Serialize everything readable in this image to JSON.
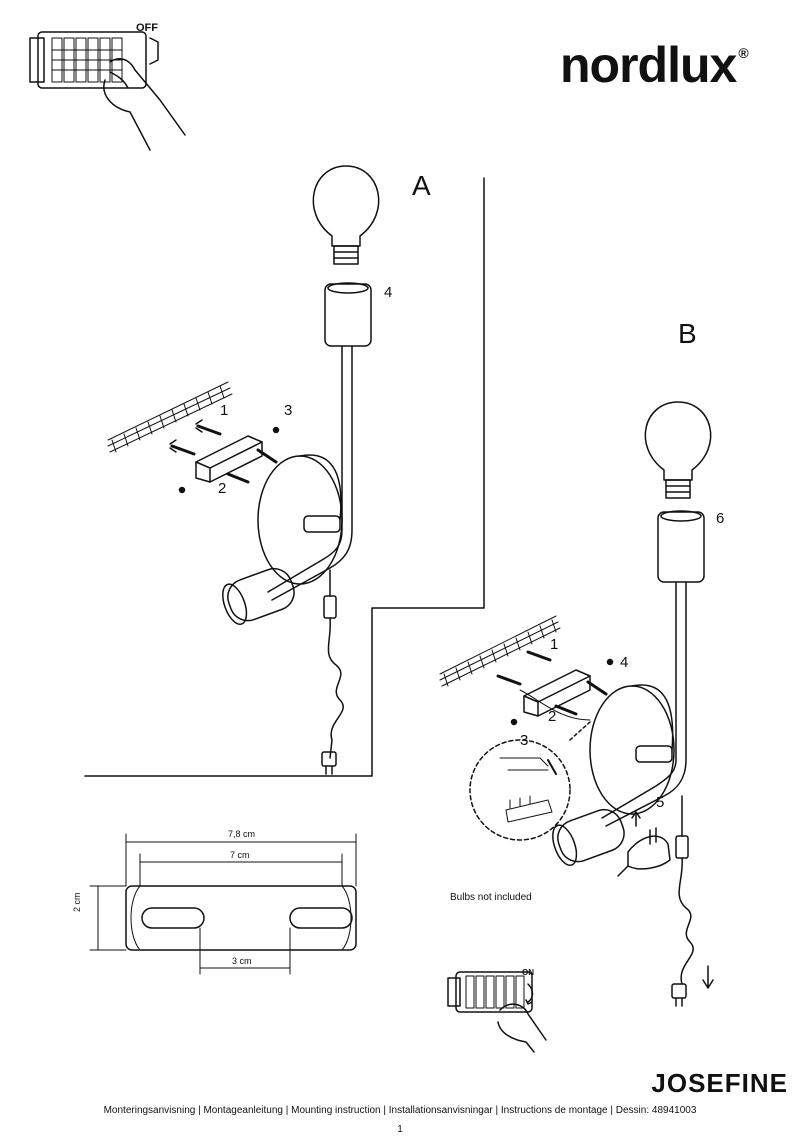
{
  "brand": {
    "name": "nordlux",
    "mark": "®"
  },
  "switch_off_label": "OFF",
  "switch_on_label": "ON",
  "section_a": {
    "label": "A",
    "parts": [
      "1",
      "2",
      "3",
      "4"
    ]
  },
  "section_b": {
    "label": "B",
    "parts": [
      "1",
      "2",
      "3",
      "4",
      "5",
      "6"
    ]
  },
  "dimensions": {
    "outer": "7,8 cm",
    "inner": "7 cm",
    "height": "2 cm",
    "hole_spacing": "3 cm"
  },
  "bulbs_note": "Bulbs not included",
  "product_name": "JOSEFINE",
  "footer_text": "Monteringsanvisning | Montageanleitung | Mounting instruction | Installationsanvisningar | Instructions de montage | Dessin: 48941003",
  "page_number": "1"
}
